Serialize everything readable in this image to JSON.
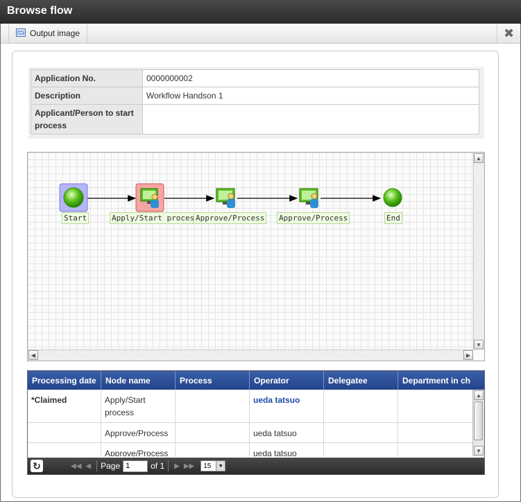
{
  "window": {
    "title": "Browse flow"
  },
  "toolbar": {
    "output_image_label": "Output image",
    "close_icon": "close-icon"
  },
  "info": {
    "rows": [
      {
        "label": "Application No.",
        "value": "0000000002"
      },
      {
        "label": "Description",
        "value": "Workflow Handson 1"
      },
      {
        "label": "Applicant/Person to start process",
        "value": ""
      }
    ]
  },
  "flow": {
    "nodes": [
      {
        "label": "Start",
        "icon": "start-node-icon"
      },
      {
        "label": "Apply/Start process",
        "icon": "user-task-icon"
      },
      {
        "label": "Approve/Process",
        "icon": "user-task-icon"
      },
      {
        "label": "Approve/Process",
        "icon": "user-task-icon"
      },
      {
        "label": "End",
        "icon": "end-node-icon"
      }
    ],
    "colors": {
      "node_green": "#5cc41e",
      "active_red": "#e8706d",
      "start_blue": "#9b9cf0"
    }
  },
  "grid": {
    "columns": [
      "Processing date",
      "Node name",
      "Process",
      "Operator",
      "Delegatee",
      "Department in ch"
    ],
    "rows": [
      [
        "*Claimed",
        "Apply/Start process",
        "",
        "ueda tatsuo",
        "",
        ""
      ],
      [
        "",
        "Approve/Process",
        "",
        "ueda tatsuo",
        "",
        ""
      ],
      [
        "",
        "Approve/Process",
        "",
        "ueda tatsuo",
        "",
        ""
      ]
    ]
  },
  "pager": {
    "page_label": "Page",
    "page_value": "1",
    "of_label": "of 1",
    "page_size": "15"
  }
}
